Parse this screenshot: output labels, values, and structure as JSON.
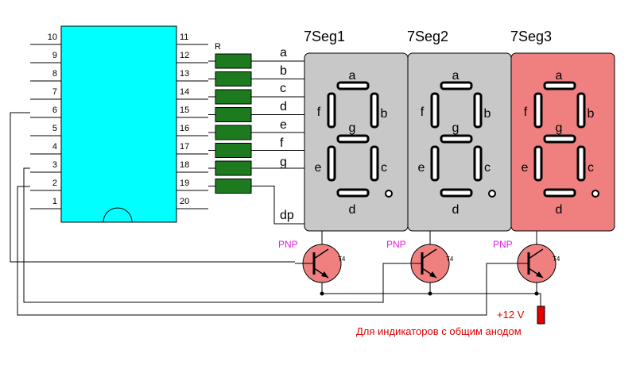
{
  "chip": {
    "left_pins": [
      "10",
      "9",
      "8",
      "7",
      "6",
      "5",
      "4",
      "3",
      "2",
      "1"
    ],
    "right_pins": [
      "11",
      "12",
      "13",
      "14",
      "15",
      "16",
      "17",
      "18",
      "19",
      "20"
    ],
    "color": "#00ffff"
  },
  "resistor": {
    "label": "R",
    "color": "#1e7a1e"
  },
  "signals": [
    "a",
    "b",
    "c",
    "d",
    "e",
    "f",
    "g",
    "dp"
  ],
  "displays": [
    {
      "title": "7Seg1",
      "color": "#c8c8c8"
    },
    {
      "title": "7Seg2",
      "color": "#c8c8c8"
    },
    {
      "title": "7Seg3",
      "color": "#f08080"
    }
  ],
  "segment_letters": {
    "a": "a",
    "b": "b",
    "c": "c",
    "d": "d",
    "e": "e",
    "f": "f",
    "g": "g"
  },
  "transistors": [
    {
      "type": "PNP",
      "name": "T4"
    },
    {
      "type": "PNP",
      "name": "T4"
    },
    {
      "type": "PNP",
      "name": "T4"
    }
  ],
  "power": {
    "label": "+12 V",
    "color": "#e00000"
  },
  "caption": "Для индикаторов с общим анодом",
  "colors": {
    "pnp_label": "#e020e0",
    "transistor": "#f08080",
    "caption": "#e00000"
  }
}
